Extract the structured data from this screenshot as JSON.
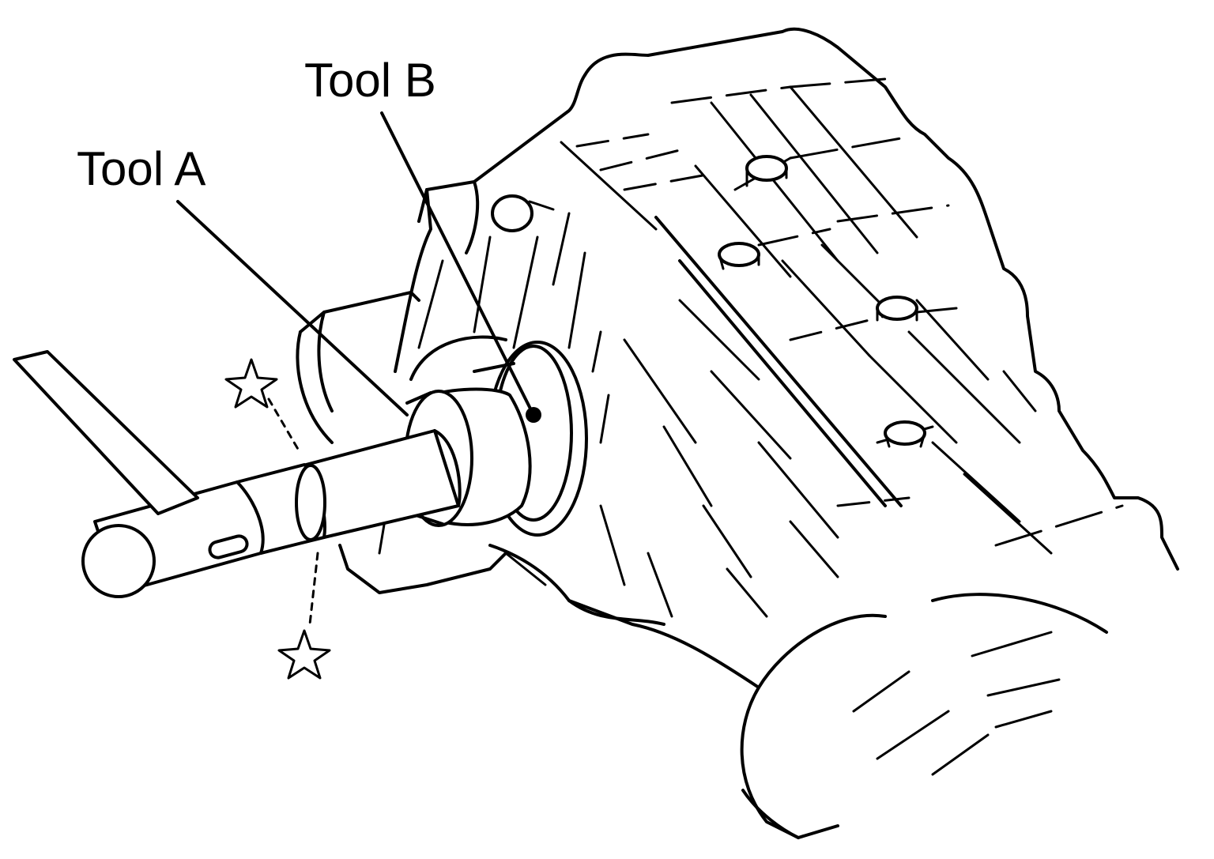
{
  "labels": {
    "tool_a": "Tool A",
    "tool_b": "Tool B"
  },
  "icons": {
    "marker_symbol": "star-icon",
    "callout_dot": "dot"
  },
  "colors": {
    "ink": "#000000",
    "background": "#ffffff"
  }
}
